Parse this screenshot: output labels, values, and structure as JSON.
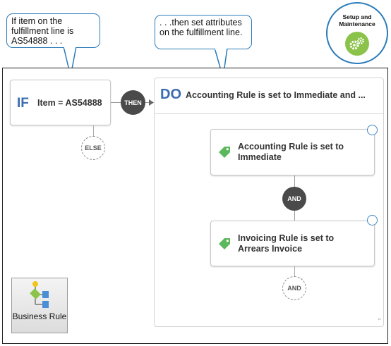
{
  "callouts": {
    "left": "If item on the fulfillment line is AS54888 . . .",
    "right": ". . .then set attributes on the fulfillment line."
  },
  "badge": {
    "label": "Setup and Maintenance",
    "icon": "gears-icon",
    "color": "#8bc34a"
  },
  "rule": {
    "if_keyword": "IF",
    "condition": "Item = AS54888",
    "then_label": "THEN",
    "else_label": "ELSE",
    "do_keyword": "DO",
    "do_title": "Accounting Rule is set to Immediate and ...",
    "actions": [
      {
        "text": "Accounting Rule is set to Immediate",
        "icon": "tag-icon"
      },
      {
        "text": "Invoicing Rule is set to Arrears Invoice",
        "icon": "tag-icon"
      }
    ],
    "and_label": "AND",
    "add_and_label": "AND",
    "corner_mark": "\""
  },
  "business_rule": {
    "label": "Business Rule",
    "icon": "flowchart-icon"
  },
  "colors": {
    "accent": "#3b6bb0",
    "callout_border": "#2b7bb9",
    "tag_green": "#5cb85c",
    "radio_blue": "#3d86c6"
  }
}
